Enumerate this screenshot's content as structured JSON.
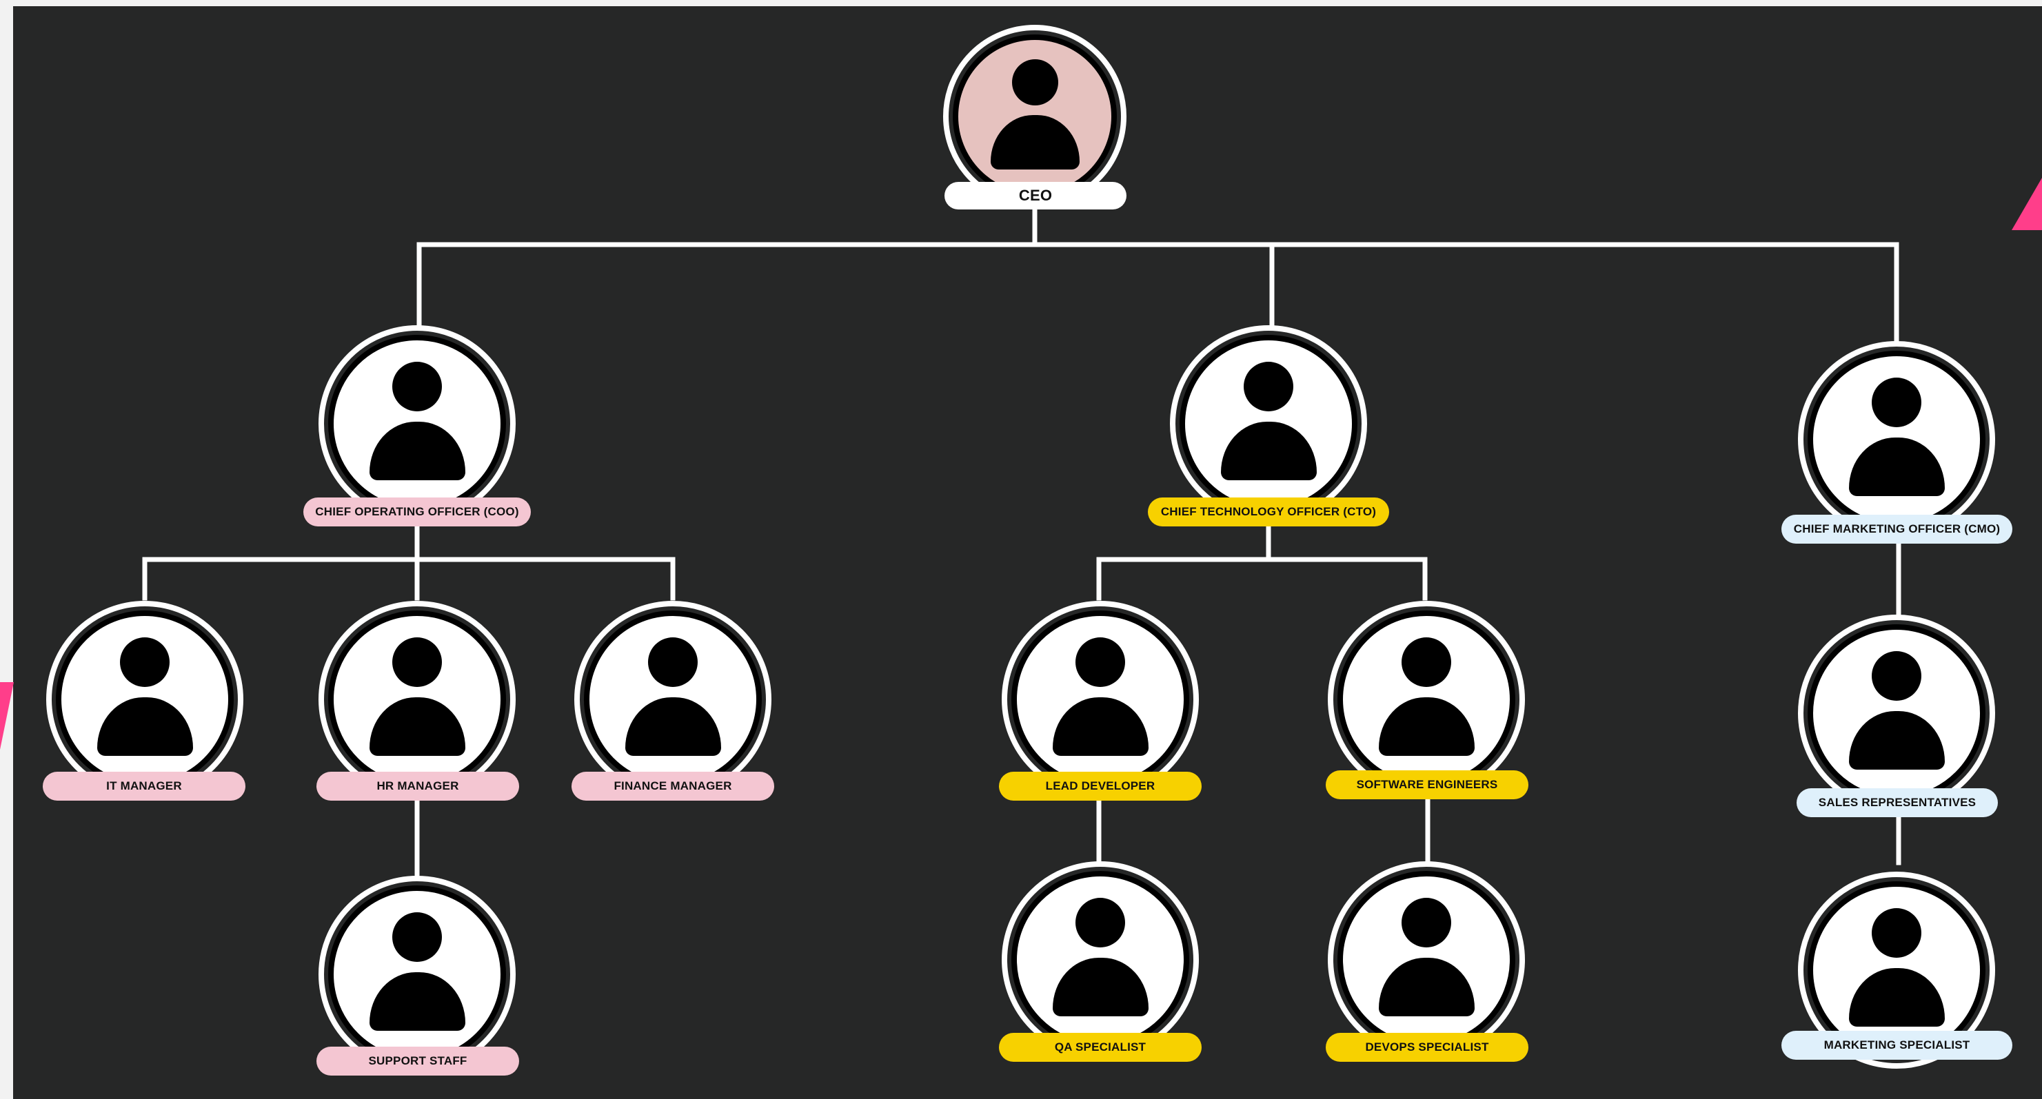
{
  "colors": {
    "background": "#262727",
    "connector": "#ffffff",
    "ceo_fill": "#e6c2bf",
    "coo_branch": "#f4c6d2",
    "cto_branch": "#f7d100",
    "cmo_branch": "#dff0fb",
    "ceo_label": "#ffffff",
    "accent": "#ff3e8a"
  },
  "icons": {
    "person": "person-icon"
  },
  "org_chart": {
    "ceo": {
      "title": "CEO"
    },
    "coo": {
      "title": "CHIEF OPERATING OFFICER (COO)",
      "reports": [
        {
          "title": "IT MANAGER"
        },
        {
          "title": "HR MANAGER",
          "reports": [
            {
              "title": "SUPPORT STAFF"
            }
          ]
        },
        {
          "title": "FINANCE MANAGER"
        }
      ]
    },
    "cto": {
      "title": "CHIEF TECHNOLOGY OFFICER (CTO)",
      "reports": [
        {
          "title": "LEAD DEVELOPER",
          "reports": [
            {
              "title": "QA SPECIALIST"
            }
          ]
        },
        {
          "title": "SOFTWARE ENGINEERS",
          "reports": [
            {
              "title": "DEVOPS SPECIALIST"
            }
          ]
        }
      ]
    },
    "cmo": {
      "title": "CHIEF MARKETING OFFICER (CMO)",
      "reports": [
        {
          "title": "SALES REPRESENTATIVES",
          "reports": [
            {
              "title": "MARKETING SPECIALIST"
            }
          ]
        }
      ]
    }
  }
}
